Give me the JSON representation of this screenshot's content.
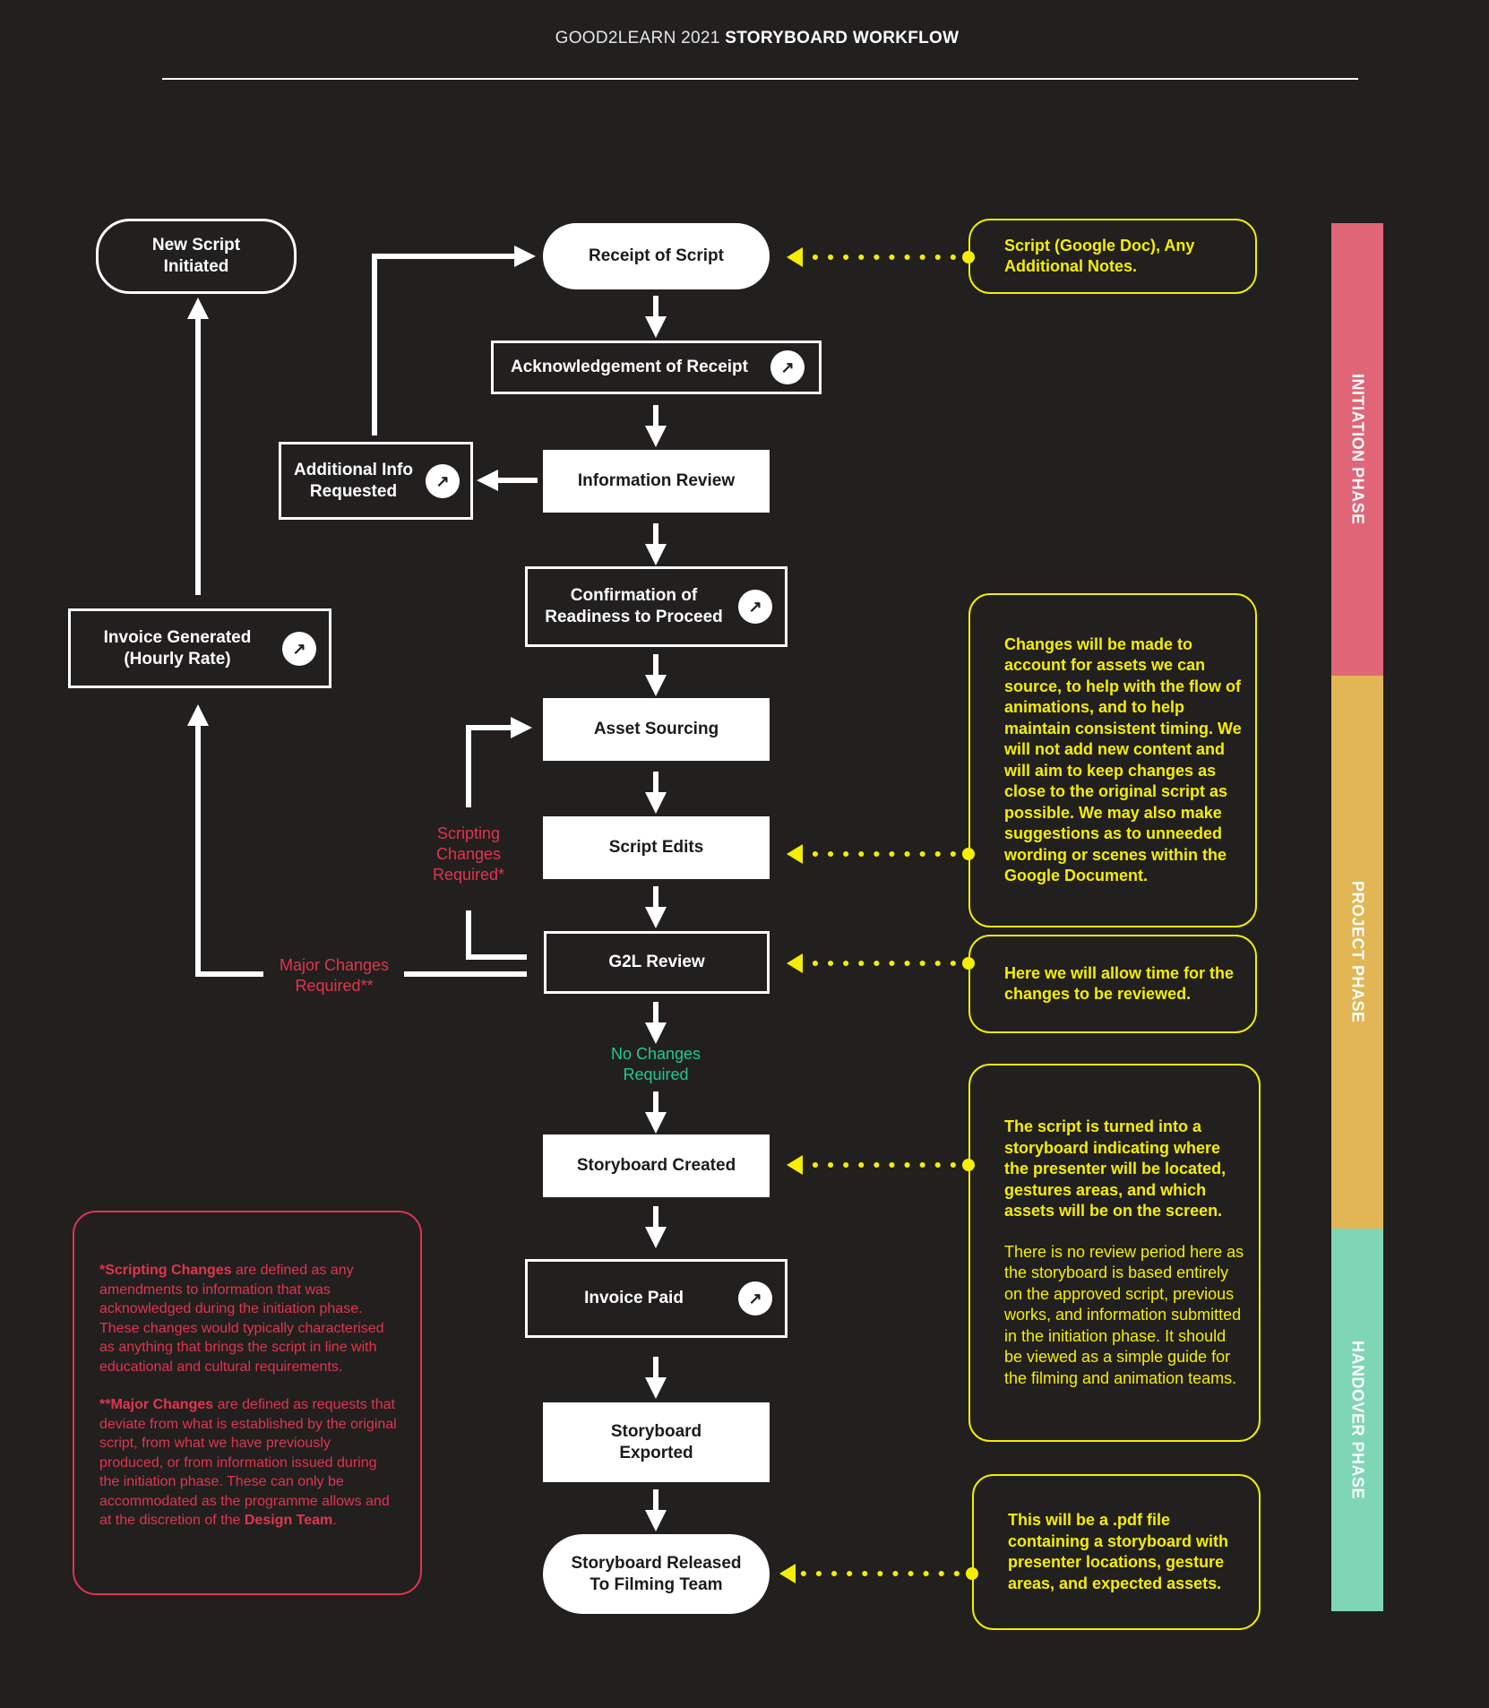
{
  "title": {
    "normal": "GOOD2LEARN 2021",
    "bold": "STORYBOARD WORKFLOW"
  },
  "nodes": {
    "new_script": "New Script\nInitiated",
    "receipt": "Receipt of Script",
    "acknowledgement": "Acknowledgement of Receipt",
    "information_review": "Information Review",
    "additional_info": "Additional Info\nRequested",
    "confirmation": "Confirmation of\nReadiness to Proceed",
    "invoice_generated": "Invoice Generated\n(Hourly Rate)",
    "asset_sourcing": "Asset Sourcing",
    "script_edits": "Script Edits",
    "g2l_review": "G2L Review",
    "storyboard_created": "Storyboard Created",
    "invoice_paid": "Invoice Paid",
    "storyboard_exported": "Storyboard\nExported",
    "storyboard_released": "Storyboard Released\nTo Filming Team"
  },
  "branch_labels": {
    "scripting_changes": "Scripting\nChanges\nRequired*",
    "major_changes": "Major Changes\nRequired**",
    "no_changes": "No Changes\nRequired"
  },
  "notes": {
    "receipt": "Script (Google Doc), Any Additional Notes.",
    "script_edits": "Changes will be made to account for assets we can source, to help with the flow of animations, and to help maintain consistent timing. We will not add new content and will aim to keep changes as close to the original script as possible. We may also make suggestions as to unneeded wording or scenes within the Google Document.",
    "g2l_review": "Here we will allow time for the changes to be reviewed.",
    "storyboard_created_bold": "The script is turned into a storyboard indicating where the presenter will be located, gestures areas, and which assets will be on the screen.",
    "storyboard_created_plain": "There is no review period here as the storyboard is based entirely on the approved script, previous works, and information submitted in the initiation phase. It should be viewed as a simple guide for the filming and animation teams.",
    "released": "This will be a .pdf file containing a storyboard with presenter locations, gesture areas, and expected assets."
  },
  "legend": {
    "scripting_term": "*Scripting Changes",
    "scripting_text": " are defined as any amendments to information that was acknowledged during the initiation phase. These changes would typically characterised as anything that brings the script in line with educational and cultural requirements.",
    "major_term": "**Major Changes",
    "major_text": " are defined as requests that deviate from what is established by the original script, from what we have previously produced, or from information issued during the initiation phase. These can only be accommodated as the programme allows and at the discretion of the ",
    "design_team": "Design Team",
    "end": "."
  },
  "phases": [
    {
      "label": "INITIATION PHASE",
      "color": "#e06677"
    },
    {
      "label": "PROJECT PHASE",
      "color": "#e2b655"
    },
    {
      "label": "HANDOVER PHASE",
      "color": "#7fd6b4"
    }
  ],
  "colors": {
    "background": "#221f1f",
    "note": "#f4ee00",
    "legend": "#e0354f",
    "no_changes": "#23c98f"
  },
  "icons": {
    "external_link": "arrow-up-right-icon"
  }
}
